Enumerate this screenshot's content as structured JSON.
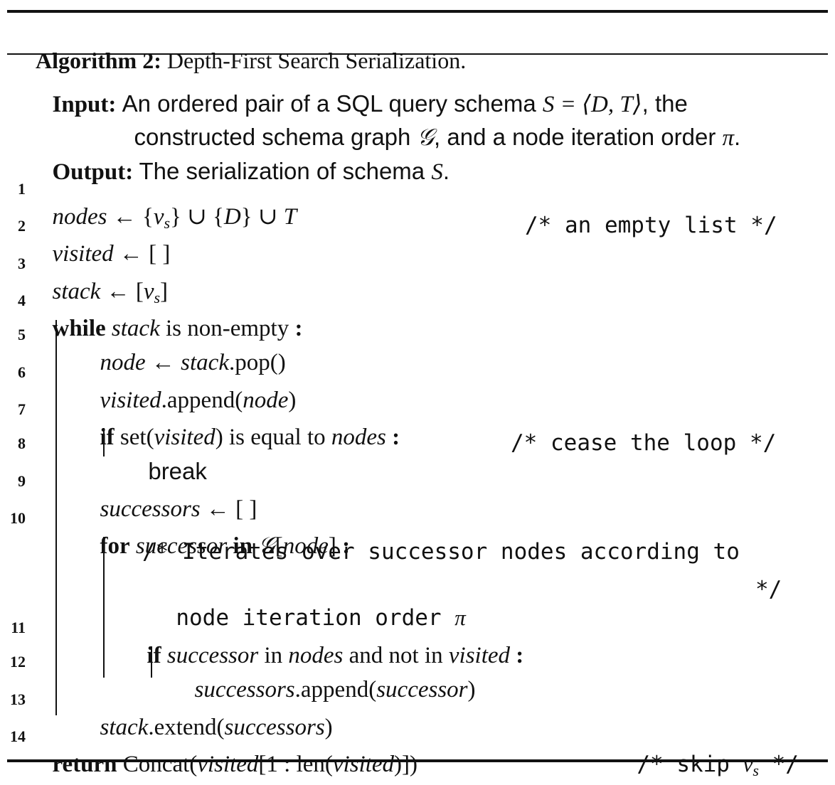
{
  "algorithm": {
    "label": "Algorithm 2:",
    "title": "Depth-First Search Serialization."
  },
  "input": {
    "label": "Input:",
    "line1_text": "An ordered pair of a SQL query schema ",
    "line1_math": "S = ⟨D, T⟩",
    "line1_end": ", the",
    "line2_text": "constructed schema graph ",
    "line2_math": "𝒢",
    "line2_mid": ", and a node iteration order ",
    "line2_pi": "π",
    "line2_end": "."
  },
  "output": {
    "label": "Output:",
    "text": "The serialization of schema ",
    "math": "S",
    "end": "."
  },
  "line_numbers": [
    "1",
    "2",
    "3",
    "4",
    "5",
    "6",
    "7",
    "8",
    "9",
    "10",
    "11",
    "12",
    "13",
    "14"
  ],
  "code": {
    "l1": {
      "var": "nodes",
      "arrow": " ← {",
      "v": "v",
      "s": "s",
      "rest": "} ∪ {",
      "D": "D",
      "rest2": "} ∪ ",
      "T": "T"
    },
    "l2": {
      "var": "visited",
      "rest": " ← [ ]",
      "comment": "/* an empty list */"
    },
    "l3": {
      "var": "stack",
      "rest": " ← [",
      "v": "v",
      "s": "s",
      "end": "]"
    },
    "l4": {
      "kw": "while",
      "var": "stack",
      "rest": " is non-empty ",
      "colon": ":"
    },
    "l5": {
      "var": "node",
      "arrow": " ← ",
      "var2": "stack",
      "rest": ".pop()"
    },
    "l6": {
      "var": "visited",
      "rest": ".append(",
      "arg": "node",
      "end": ")"
    },
    "l7": {
      "kw": "if",
      "rest": " set(",
      "arg": "visited",
      "rest2": ") is equal to ",
      "var": "nodes",
      "colon": ":"
    },
    "l8": {
      "text": "break",
      "comment": "/* cease the loop */"
    },
    "l9": {
      "var": "successors",
      "rest": " ← [ ]"
    },
    "l10": {
      "kw": "for",
      "var": "successor",
      "kw2": "in",
      "graph": "𝒢",
      "open": "[",
      "arg": "node",
      "close": "]",
      "colon": ":"
    },
    "comment_a": "/* Iterates over successor nodes according to",
    "comment_b": "node iteration order ",
    "comment_b_pi": "π",
    "comment_b_end": "*/",
    "l11": {
      "kw": "if",
      "var": "successor",
      "rest": " in ",
      "var2": "nodes",
      "rest2": " and not in ",
      "var3": "visited",
      "colon": ":"
    },
    "l12": {
      "var": "successors",
      "rest": ".append(",
      "arg": "successor",
      "end": ")"
    },
    "l13": {
      "var": "stack",
      "rest": ".extend(",
      "arg": "successors",
      "end": ")"
    },
    "l14": {
      "kw": "return",
      "rest": " Concat(",
      "arg": "visited",
      "rest2": "[1 : len(",
      "arg2": "visited",
      "end": ")])",
      "comment_pre": "/* skip ",
      "v": "v",
      "s": "s",
      "comment_end": " */"
    }
  }
}
